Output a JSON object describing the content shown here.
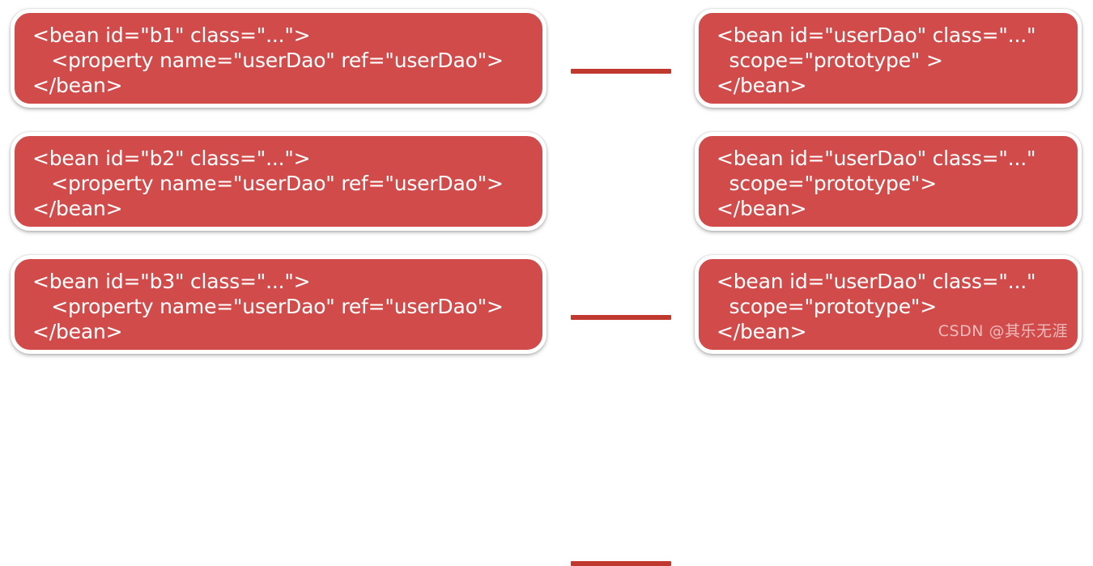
{
  "diagram": {
    "title": "Spring bean scope prototype dependency diagram",
    "colors": {
      "box_fill": "#d24b4b",
      "box_border": "#ffffff",
      "text": "#ffffff",
      "connector": "#c0392f",
      "background": "#ffffff"
    },
    "rows": [
      {
        "id": "row-1",
        "left_box": {
          "lines": [
            "<bean id=\"b1\" class=\"...\">",
            "   <property name=\"userDao\" ref=\"userDao\">",
            "</bean>"
          ]
        },
        "connector": {
          "label": ""
        },
        "right_box": {
          "lines": [
            "<bean id=\"userDao\" class=\"...\"",
            "  scope=\"prototype\" >",
            "</bean>"
          ]
        }
      },
      {
        "id": "row-2",
        "left_box": {
          "lines": [
            "<bean id=\"b2\" class=\"...\">",
            "   <property name=\"userDao\" ref=\"userDao\">",
            "</bean>"
          ]
        },
        "connector": {
          "label": ""
        },
        "right_box": {
          "lines": [
            "<bean id=\"userDao\" class=\"...\"",
            "  scope=\"prototype\">",
            "</bean>"
          ]
        }
      },
      {
        "id": "row-3",
        "left_box": {
          "lines": [
            "<bean id=\"b3\" class=\"...\">",
            "   <property name=\"userDao\" ref=\"userDao\">",
            "</bean>"
          ]
        },
        "connector": {
          "label": ""
        },
        "right_box": {
          "lines": [
            "<bean id=\"userDao\" class=\"...\"",
            "  scope=\"prototype\">",
            "</bean>"
          ]
        }
      }
    ],
    "watermark": "CSDN @其乐无涯"
  }
}
